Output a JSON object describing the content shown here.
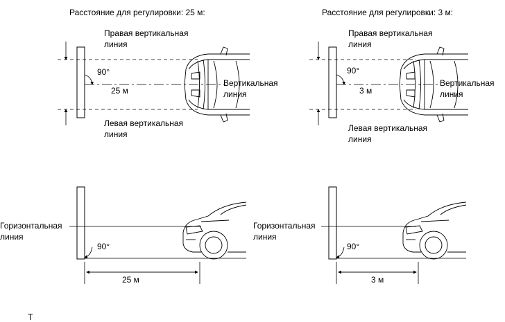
{
  "left_top": {
    "heading": "Расстояние для регулировки: 25 м:",
    "right_vertical_line_1": "Правая вертикальная",
    "right_vertical_line_2": "линия",
    "left_vertical_line_1": "Левая вертикальная",
    "left_vertical_line_2": "линия",
    "angle": "90°",
    "distance": "25 м",
    "vertical_line_1": "Вертикальная",
    "vertical_line_2": "линия"
  },
  "right_top": {
    "heading": "Расстояние для регулировки: 3 м:",
    "right_vertical_line_1": "Правая вертикальная",
    "right_vertical_line_2": "линия",
    "left_vertical_line_1": "Левая вертикальная",
    "left_vertical_line_2": "линия",
    "angle": "90°",
    "distance": "3 м",
    "vertical_line_1": "Вертикальная",
    "vertical_line_2": "линия"
  },
  "left_bottom": {
    "horizontal_line_1": "Горизонтальная",
    "horizontal_line_2": "линия",
    "angle": "90°",
    "distance": "25 м"
  },
  "right_bottom": {
    "horizontal_line_1": "Горизонтальная",
    "horizontal_line_2": "линия",
    "angle": "90°",
    "distance": "3 м"
  },
  "footer_mark": "T"
}
